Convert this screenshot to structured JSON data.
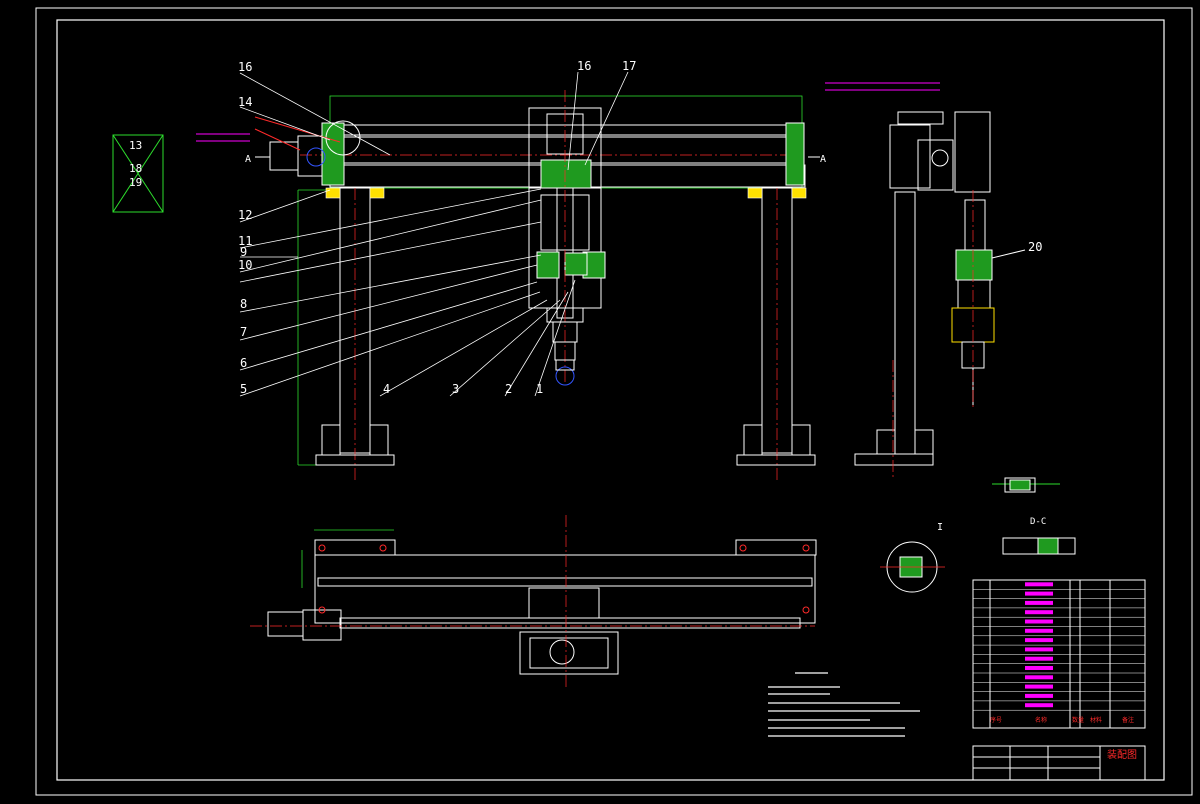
{
  "colors": {
    "background": "#000000",
    "line": "#ffffff",
    "center_line": "#ff2a2a",
    "dimension": "#2ddc2d",
    "magenta": "#ff00ff",
    "hatch": "#1f9a1f",
    "yellow": "#ffe100",
    "blue": "#3355ff"
  },
  "callouts": {
    "front": [
      "16",
      "14",
      "12",
      "11",
      "10",
      "9",
      "8",
      "7",
      "6",
      "5",
      "4",
      "3",
      "2",
      "1",
      "16",
      "17"
    ],
    "side": "20"
  },
  "legend_box": [
    "13",
    "18",
    "19"
  ],
  "section_marks": {
    "a_left": "A",
    "a_right": "A",
    "detail": "I",
    "section": "D-C"
  },
  "title_block": {
    "drawing_name": "装配图",
    "bom_headers": [
      "序号",
      "名称",
      "数量",
      "材料",
      "备注"
    ]
  }
}
